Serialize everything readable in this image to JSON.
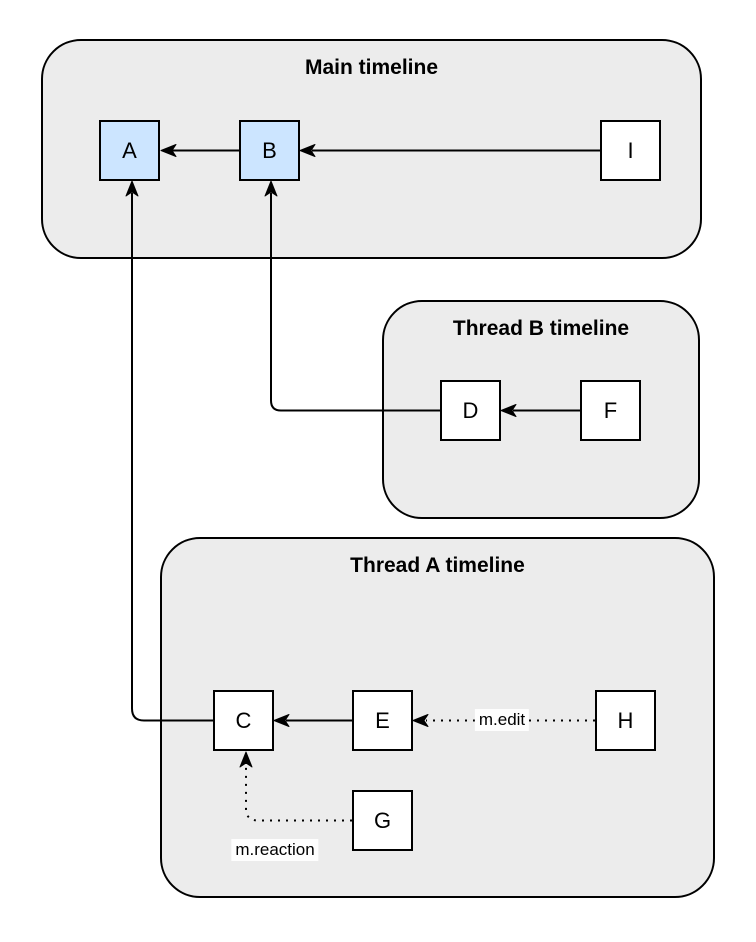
{
  "diagram": {
    "groups": [
      {
        "id": "main-timeline",
        "label": "Main timeline"
      },
      {
        "id": "thread-b-timeline",
        "label": "Thread B timeline"
      },
      {
        "id": "thread-a-timeline",
        "label": "Thread A timeline"
      }
    ],
    "nodes": {
      "A": {
        "label": "A",
        "group": "main-timeline",
        "highlighted": true
      },
      "B": {
        "label": "B",
        "group": "main-timeline",
        "highlighted": true
      },
      "I": {
        "label": "I",
        "group": "main-timeline",
        "highlighted": false
      },
      "D": {
        "label": "D",
        "group": "thread-b-timeline",
        "highlighted": false
      },
      "F": {
        "label": "F",
        "group": "thread-b-timeline",
        "highlighted": false
      },
      "C": {
        "label": "C",
        "group": "thread-a-timeline",
        "highlighted": false
      },
      "E": {
        "label": "E",
        "group": "thread-a-timeline",
        "highlighted": false
      },
      "H": {
        "label": "H",
        "group": "thread-a-timeline",
        "highlighted": false
      },
      "G": {
        "label": "G",
        "group": "thread-a-timeline",
        "highlighted": false
      }
    },
    "edges": [
      {
        "from": "B",
        "to": "A",
        "style": "solid",
        "label": ""
      },
      {
        "from": "I",
        "to": "B",
        "style": "solid",
        "label": ""
      },
      {
        "from": "F",
        "to": "D",
        "style": "solid",
        "label": ""
      },
      {
        "from": "D",
        "to": "B",
        "style": "solid",
        "label": ""
      },
      {
        "from": "E",
        "to": "C",
        "style": "solid",
        "label": ""
      },
      {
        "from": "C",
        "to": "A",
        "style": "solid",
        "label": ""
      },
      {
        "from": "H",
        "to": "E",
        "style": "dotted",
        "label": "m.edit"
      },
      {
        "from": "G",
        "to": "C",
        "style": "dotted",
        "label": "m.reaction"
      }
    ],
    "colors": {
      "group_fill": "#ececec",
      "group_stroke": "#000000",
      "node_fill": "#ffffff",
      "node_fill_highlighted": "#cce5ff",
      "node_stroke": "#000000",
      "edge_stroke": "#000000"
    }
  }
}
